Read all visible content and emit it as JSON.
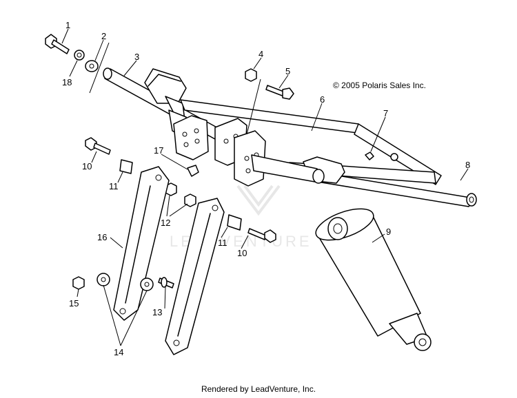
{
  "copyright": "© 2005 Polaris Sales Inc.",
  "footer": "Rendered by LeadVenture, Inc.",
  "watermark": "LEADVENTURE",
  "callouts": [
    "1",
    "2",
    "3",
    "4",
    "5",
    "6",
    "7",
    "8",
    "9",
    "10",
    "10",
    "11",
    "11",
    "12",
    "13",
    "14",
    "15",
    "16",
    "17",
    "18"
  ]
}
